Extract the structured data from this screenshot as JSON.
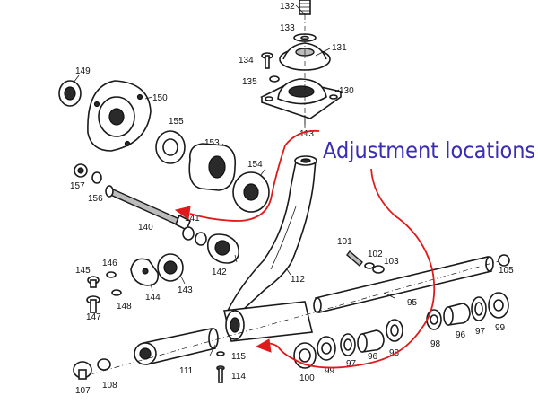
{
  "annotation": {
    "text": "Adjustment locations",
    "color": "#3a2db5",
    "arrow_color": "#e01a1a"
  },
  "labels": {
    "p95": "95",
    "p96a": "96",
    "p96b": "96",
    "p97a": "97",
    "p97b": "97",
    "p98a": "98",
    "p98b": "98",
    "p99a": "99",
    "p99b": "99",
    "p100": "100",
    "p101": "101",
    "p102": "102",
    "p103": "103",
    "p105": "105",
    "p107": "107",
    "p108": "108",
    "p111": "111",
    "p112": "112",
    "p113": "113",
    "p114": "114",
    "p115": "115",
    "p130": "130",
    "p131": "131",
    "p132": "132",
    "p133": "133",
    "p134": "134",
    "p135": "135",
    "p140": "140",
    "p141": "141",
    "p142": "142",
    "p143": "143",
    "p144": "144",
    "p145": "145",
    "p146": "146",
    "p147": "147",
    "p148": "148",
    "p149": "149",
    "p150": "150",
    "p153": "153",
    "p154": "154",
    "p155": "155",
    "p156": "156",
    "p157": "157"
  }
}
